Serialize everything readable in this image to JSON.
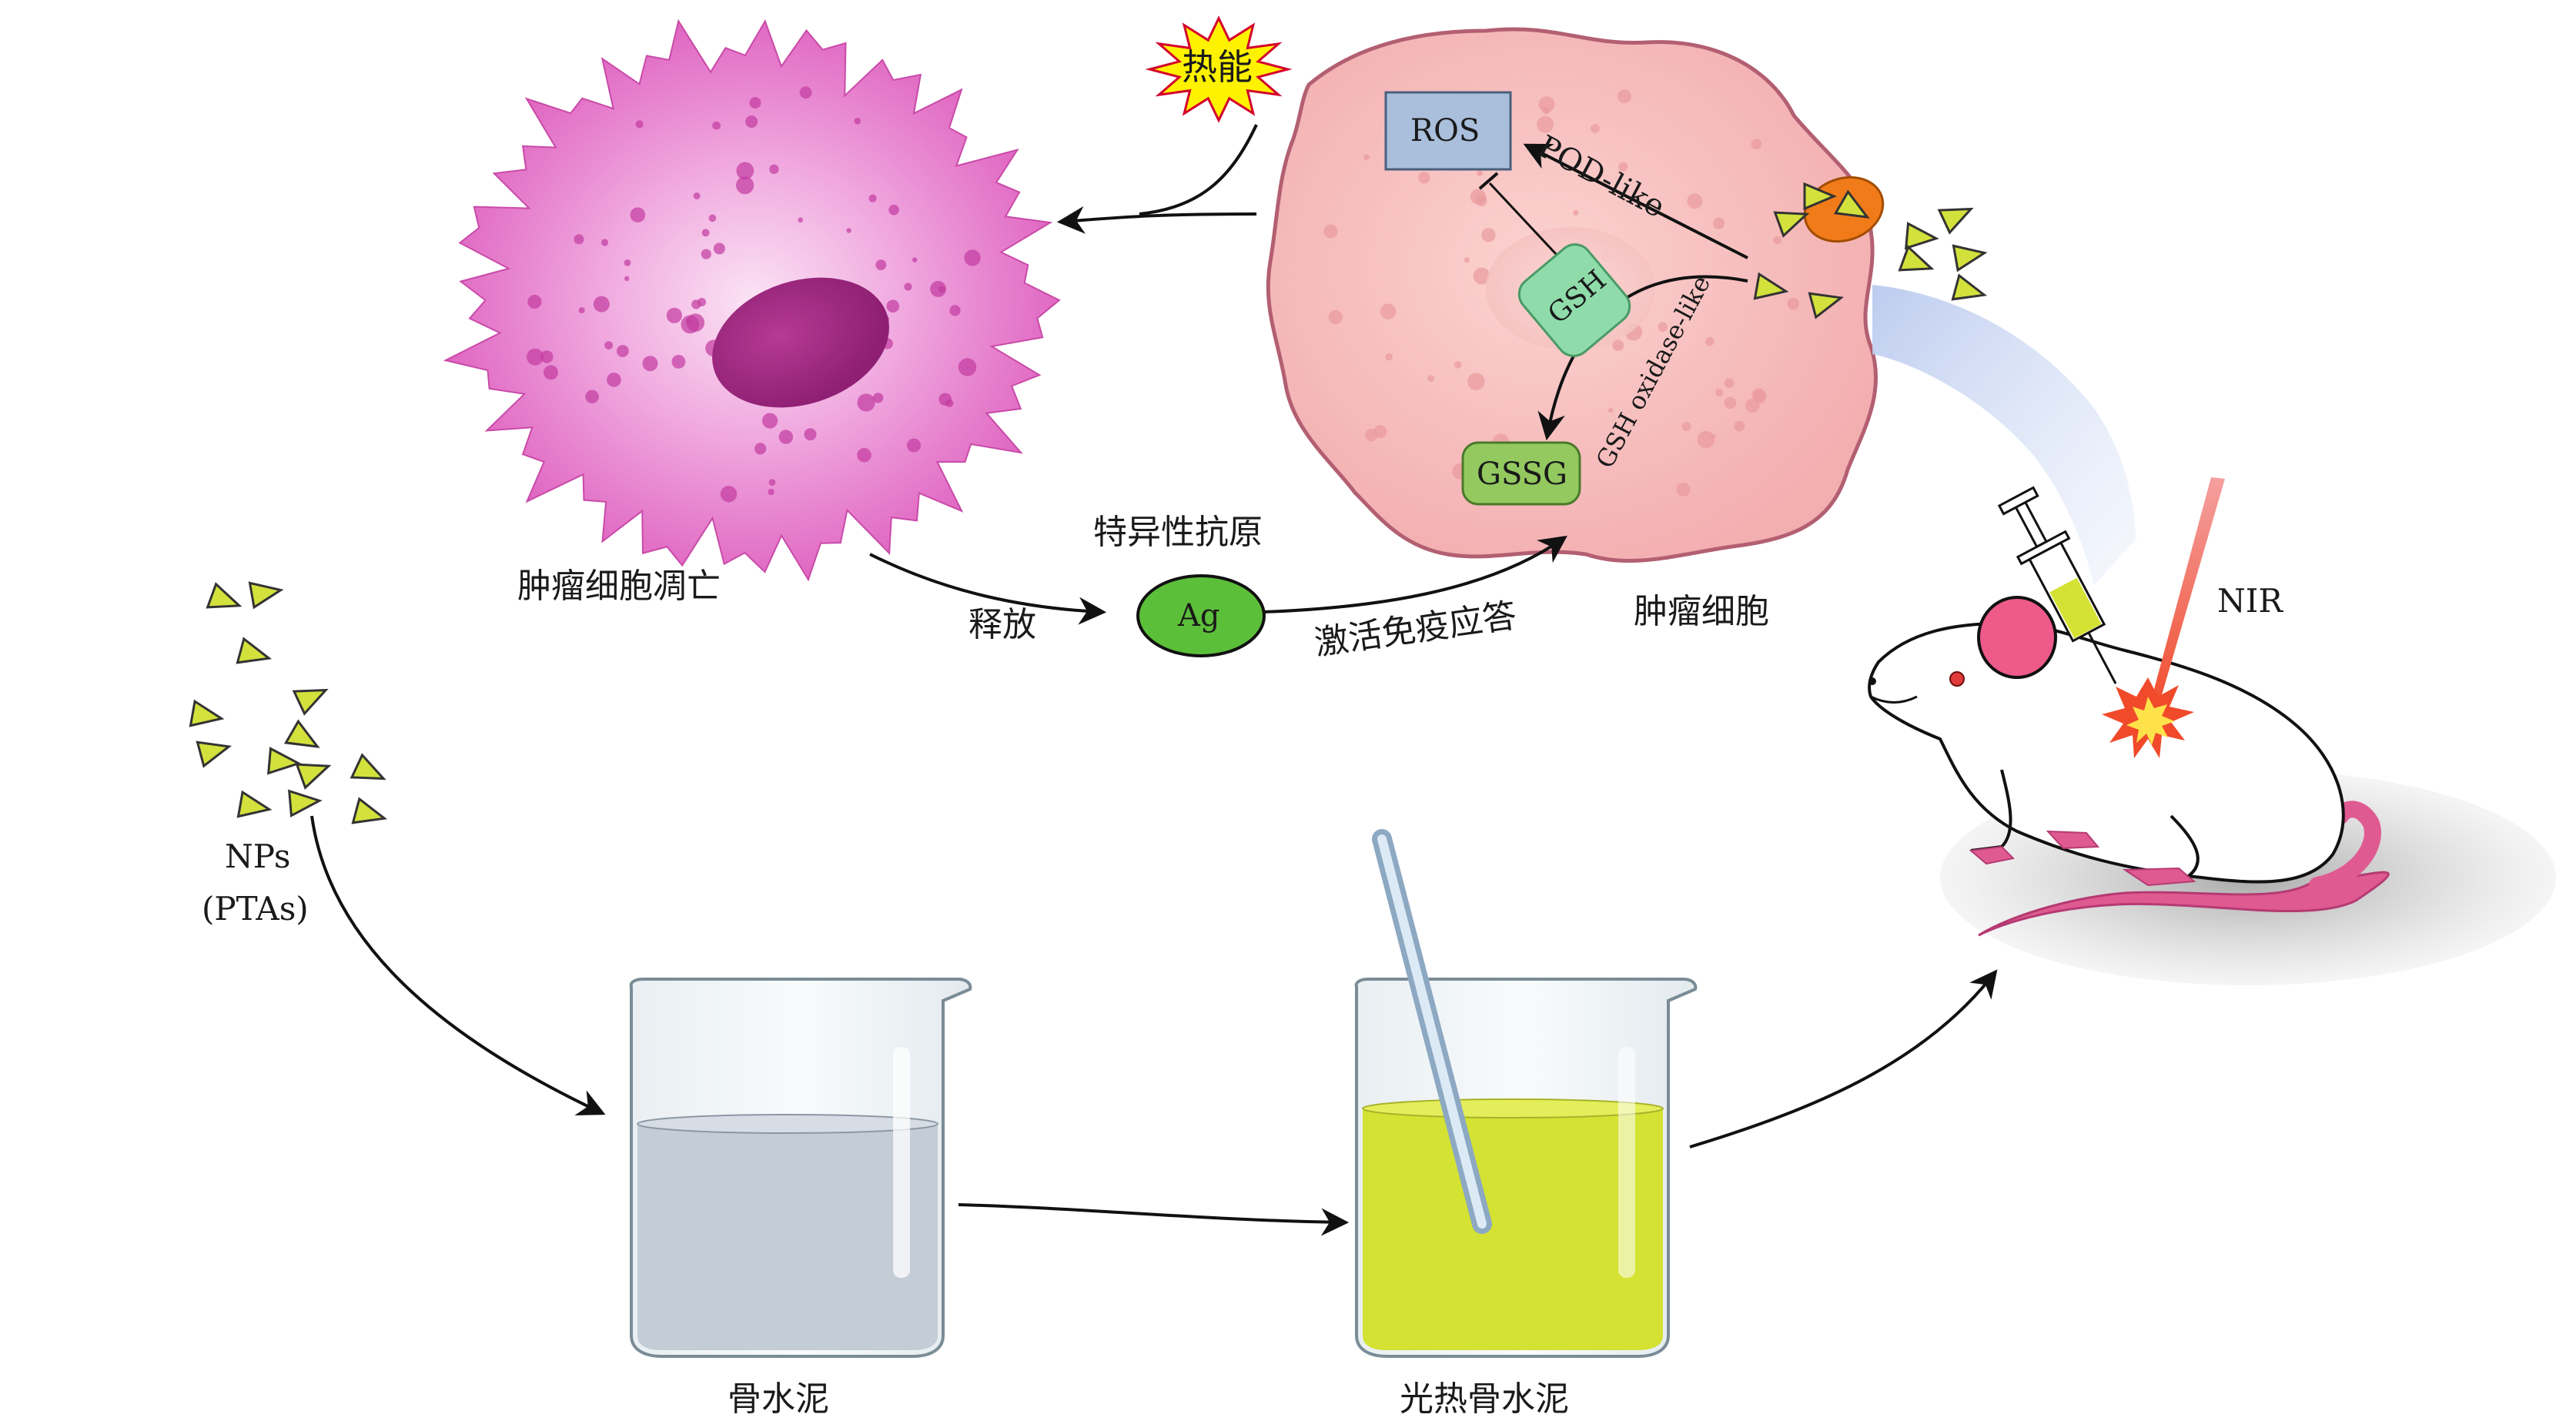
{
  "labels": {
    "heat": "热能",
    "ros": "ROS",
    "pod_like": "POD-like",
    "gsh": "GSH",
    "gsh_oxidase": "GSH oxidase-like",
    "gssg": "GSSG",
    "dead_cell": "肿瘤细胞凋亡",
    "antigen_title": "特异性抗原",
    "ag": "Ag",
    "release": "释放",
    "activate_immune": "激活免疫应答",
    "tumor_cell": "肿瘤细胞",
    "nps": "NPs",
    "ptas": "(PTAs)",
    "nir": "NIR",
    "bone_cement": "骨水泥",
    "photothermal_cement": "光热骨水泥"
  },
  "icons": {
    "nanoparticle": "triangle-nanoparticle-icon",
    "heat_burst": "starburst-icon",
    "syringe": "syringe-icon",
    "mouse": "mouse-icon",
    "beaker": "beaker-icon",
    "laser": "laser-beam-icon"
  },
  "colors": {
    "dead_cell": "#e05fc0",
    "dead_nucleus": "#a0247f",
    "tumor_cell": "#f6b6b4",
    "tumor_outline": "#b35f72",
    "ros_box": "#a9bfdc",
    "gsh_green": "#8fdcaa",
    "gssg_green": "#93c95f",
    "ag_green": "#5cbf3a",
    "nanoparticle": "#d3e13c",
    "cement_gray": "#c4ccd6",
    "cement_yellow": "#d4e233",
    "laser_red": "#f04a2a",
    "heat_yellow": "#fff200",
    "mouse_ear": "#ee5a8a",
    "mouse_tail": "#e05a92"
  }
}
